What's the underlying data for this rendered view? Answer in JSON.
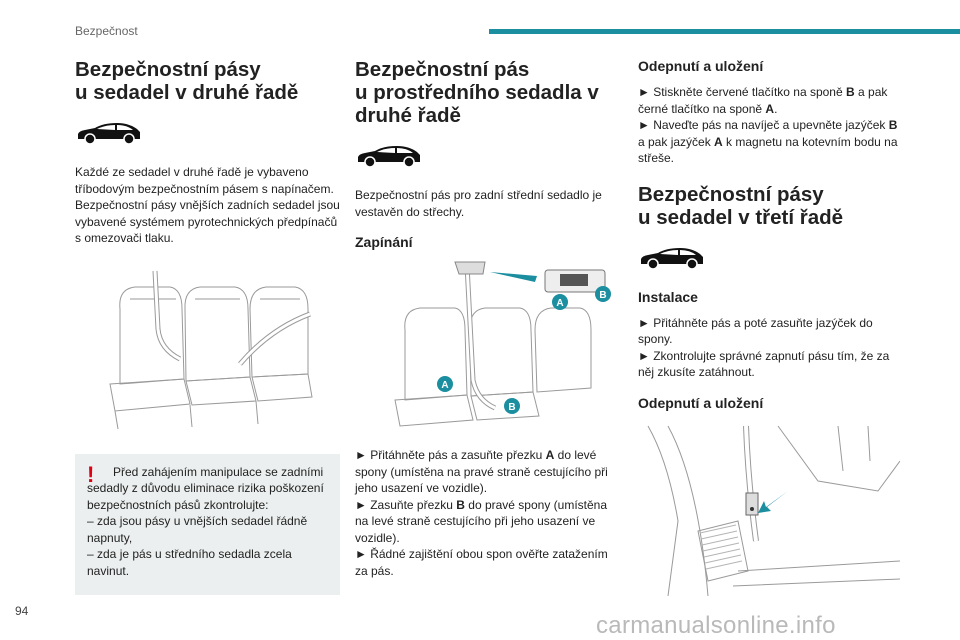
{
  "header": {
    "section": "Bezpečnost"
  },
  "page_number": "94",
  "watermark": "carmanualsonline.info",
  "col1": {
    "title_line1": "Bezpečnostní pásy",
    "title_line2": "u sedadel v druhé řadě",
    "icon": "car-icon",
    "body": "Každé ze sedadel v druhé řadě je vybaveno tříbodovým bezpečnostním pásem s napínačem. Bezpečnostní pásy vnějších zadních sedadel jsou vybavené systémem pyrotechnických předpínačů s omezovači tlaku.",
    "warning": {
      "icon": "warning-exclamation-icon",
      "intro": "Před zahájením manipulace se zadními sedadly z důvodu eliminace rizika poškození bezpečnostních pásů zkontrolujte:",
      "item1": "– zda jsou pásy u vnějších sedadel řádně napnuty,",
      "item2": "– zda je pás u středního sedadla zcela navinut."
    }
  },
  "col2": {
    "title_line1": "Bezpečnostní pás",
    "title_line2": "u prostředního sedadla v",
    "title_line3": "druhé řadě",
    "icon": "car-icon",
    "body": "Bezpečnostní pás pro zadní střední sedadlo je vestavěn do střechy.",
    "subheading": "Zapínání",
    "label_a": "A",
    "label_b": "B",
    "step1_pre": "► Přitáhněte pás a zasuňte přezku ",
    "step1_bold": "A",
    "step1_post": " do levé spony (umístěna na pravé straně cestujícího při jeho usazení ve vozidle).",
    "step2_pre": "► Zasuňte přezku ",
    "step2_bold": "B",
    "step2_post": " do pravé spony (umístěna na levé straně cestujícího při jeho usazení ve vozidle).",
    "step3": "► Řádné zajištění obou spon ověřte zatažením za pás."
  },
  "col3": {
    "subheading1": "Odepnutí a uložení",
    "s1_pre": "► Stiskněte červené tlačítko na sponě ",
    "s1_b1": "B",
    "s1_mid": " a pak černé tlačítko na sponě ",
    "s1_b2": "A",
    "s1_post": ".",
    "s2_pre": "► Naveďte pás na navíječ a upevněte jazýček ",
    "s2_b1": "B",
    "s2_mid": " a pak jazýček ",
    "s2_b2": "A",
    "s2_post": " k magnetu na kotevním bodu na střeše.",
    "title_line1": "Bezpečnostní pásy",
    "title_line2": "u sedadel v třetí řadě",
    "icon": "car-icon",
    "subheading2": "Instalace",
    "inst1": "► Přitáhněte pás a poté zasuňte jazýček do spony.",
    "inst2": "► Zkontrolujte správné zapnutí pásu tím, že za něj zkusíte zatáhnout.",
    "subheading3": "Odepnutí a uložení"
  },
  "colors": {
    "accent": "#1b8ea0",
    "warning": "#e00016",
    "box": "#ecefef"
  }
}
